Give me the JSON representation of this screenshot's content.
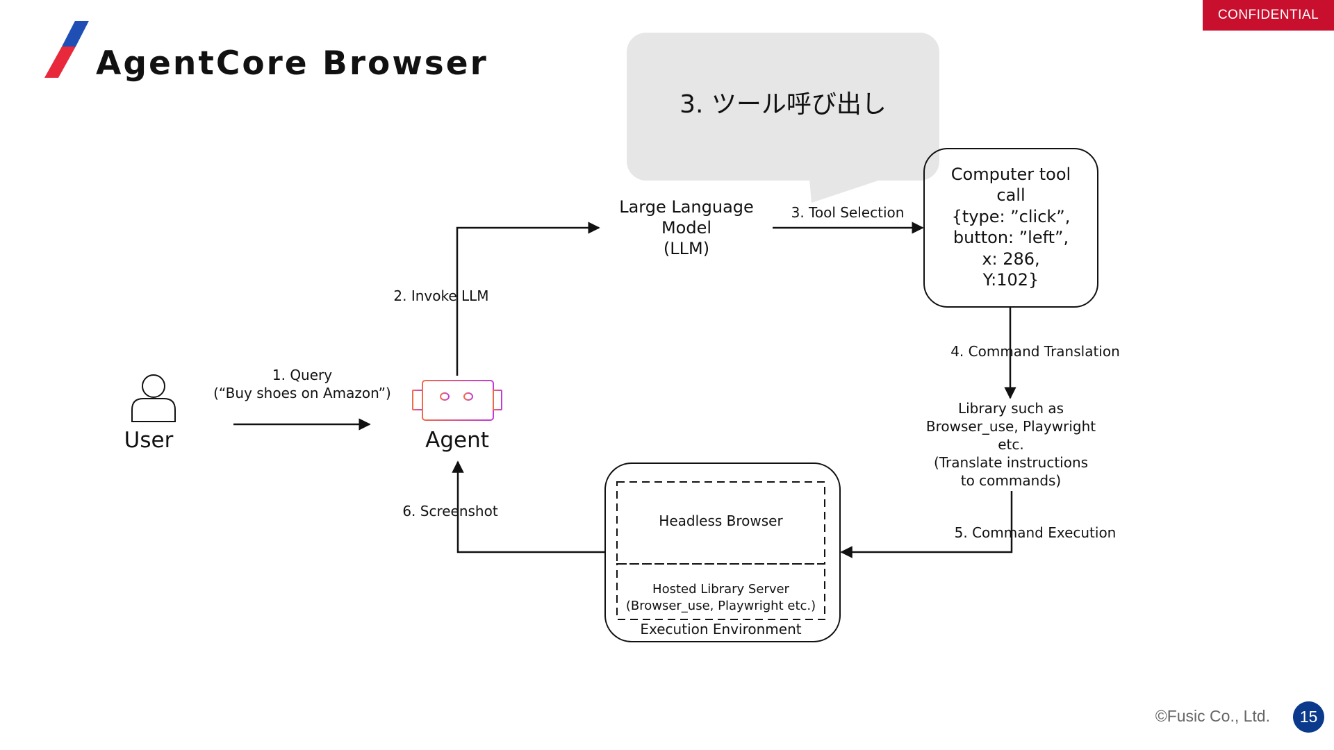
{
  "header": {
    "confidential": "CONFIDENTIAL",
    "title": "AgentCore Browser"
  },
  "callout": {
    "text": "3. ツール呼び出し"
  },
  "nodes": {
    "user": "User",
    "agent": "Agent",
    "llm": "Large Language\nModel\n(LLM)",
    "tool_call": "Computer tool\ncall\n{type: ”click”,\nbutton: ”left”,\nx: 286,\nY:102}",
    "library": "Library such as\nBrowser_use, Playwright\netc.\n(Translate instructions\nto commands)",
    "headless_browser": "Headless Browser",
    "hosted_library": "Hosted Library Server\n(Browser_use, Playwright etc.)",
    "execution_env": "Execution Environment"
  },
  "edges": {
    "query": "1. Query\n(“Buy shoes on Amazon”)",
    "invoke_llm": "2. Invoke LLM",
    "tool_selection": "3. Tool Selection",
    "command_translation": "4. Command Translation",
    "command_execution": "5. Command Execution",
    "screenshot": "6. Screenshot"
  },
  "footer": {
    "copyright": "©Fusic Co., Ltd.",
    "page_number": "15"
  },
  "colors": {
    "confidential_bg": "#c8102e",
    "logo_blue": "#1f4fb5",
    "logo_red": "#e8293c",
    "callout_bg": "#e6e6e6",
    "agent_gradient_start": "#f06a4a",
    "agent_gradient_end": "#c23bd6",
    "page_badge": "#0b3a8c"
  },
  "icons": [
    "user-icon",
    "agent-robot-icon",
    "brand-slash-logo"
  ]
}
